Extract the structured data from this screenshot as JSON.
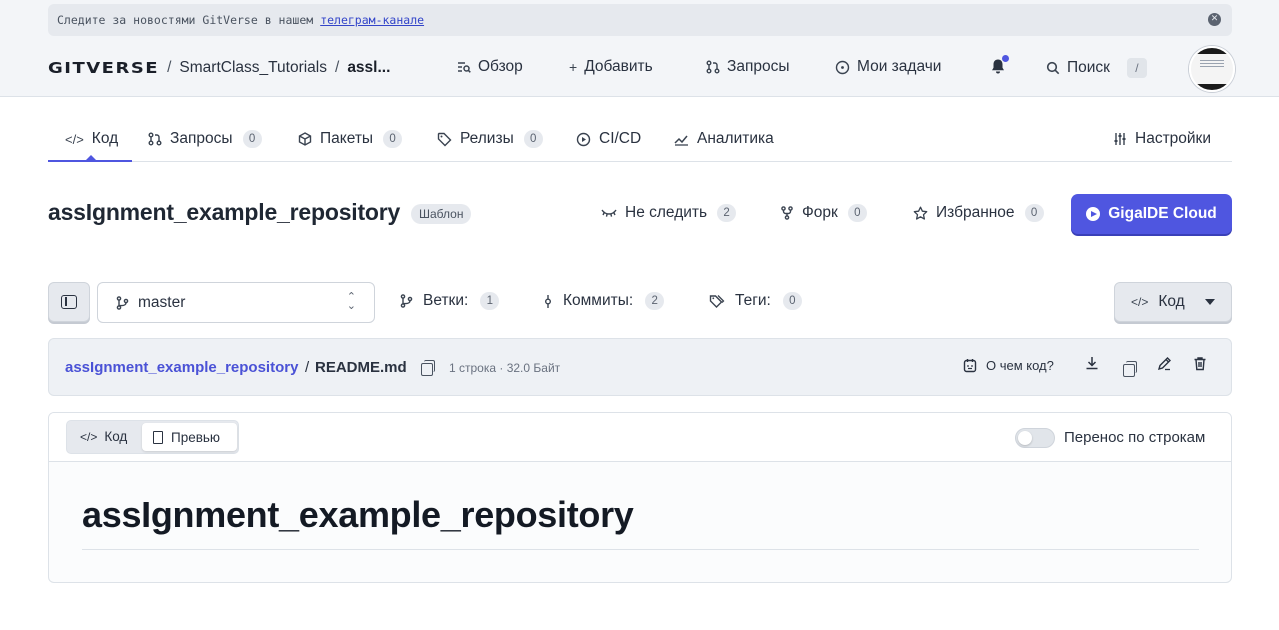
{
  "banner": {
    "text": "Следите за новостями GitVerse в нашем",
    "link": "телеграм-канале",
    "close_icon": "close-icon"
  },
  "header": {
    "logo": "GITVERSE",
    "breadcrumb": {
      "owner": "SmartClass_Tutorials",
      "repo": "assl...",
      "sep": "/"
    },
    "nav": {
      "overview": "Обзор",
      "add": "Добавить",
      "requests": "Запросы",
      "tasks": "Мои задачи",
      "search": "Поиск",
      "search_shortcut": "/"
    },
    "notification_color": "#4f56e0"
  },
  "tabs": {
    "code": "Код",
    "requests": {
      "label": "Запросы",
      "count": "0"
    },
    "packages": {
      "label": "Пакеты",
      "count": "0"
    },
    "releases": {
      "label": "Релизы",
      "count": "0"
    },
    "cicd": "CI/CD",
    "analytics": "Аналитика",
    "settings": "Настройки"
  },
  "repo": {
    "name": "assIgnment_example_repository",
    "badge": "Шаблон",
    "watch": {
      "label": "Не следить",
      "count": "2"
    },
    "fork": {
      "label": "Форк",
      "count": "0"
    },
    "star": {
      "label": "Избранное",
      "count": "0"
    },
    "ide_button": "GigaIDE Cloud",
    "accent": "#4f56e0"
  },
  "toolbar": {
    "branch": "master",
    "branches": {
      "label": "Ветки:",
      "count": "1"
    },
    "commits": {
      "label": "Коммиты:",
      "count": "2"
    },
    "tags": {
      "label": "Теги:",
      "count": "0"
    },
    "code_button": "Код"
  },
  "file": {
    "repo_link": "assIgnment_example_repository",
    "sep": "/",
    "name": "README.md",
    "meta": "1 строка · 32.0 Байт",
    "about_code": "О чем код?"
  },
  "readme": {
    "view_code": "Код",
    "view_preview": "Превью",
    "wrap_label": "Перенос по строкам",
    "wrap_enabled": false,
    "heading": "assIgnment_example_repository"
  }
}
